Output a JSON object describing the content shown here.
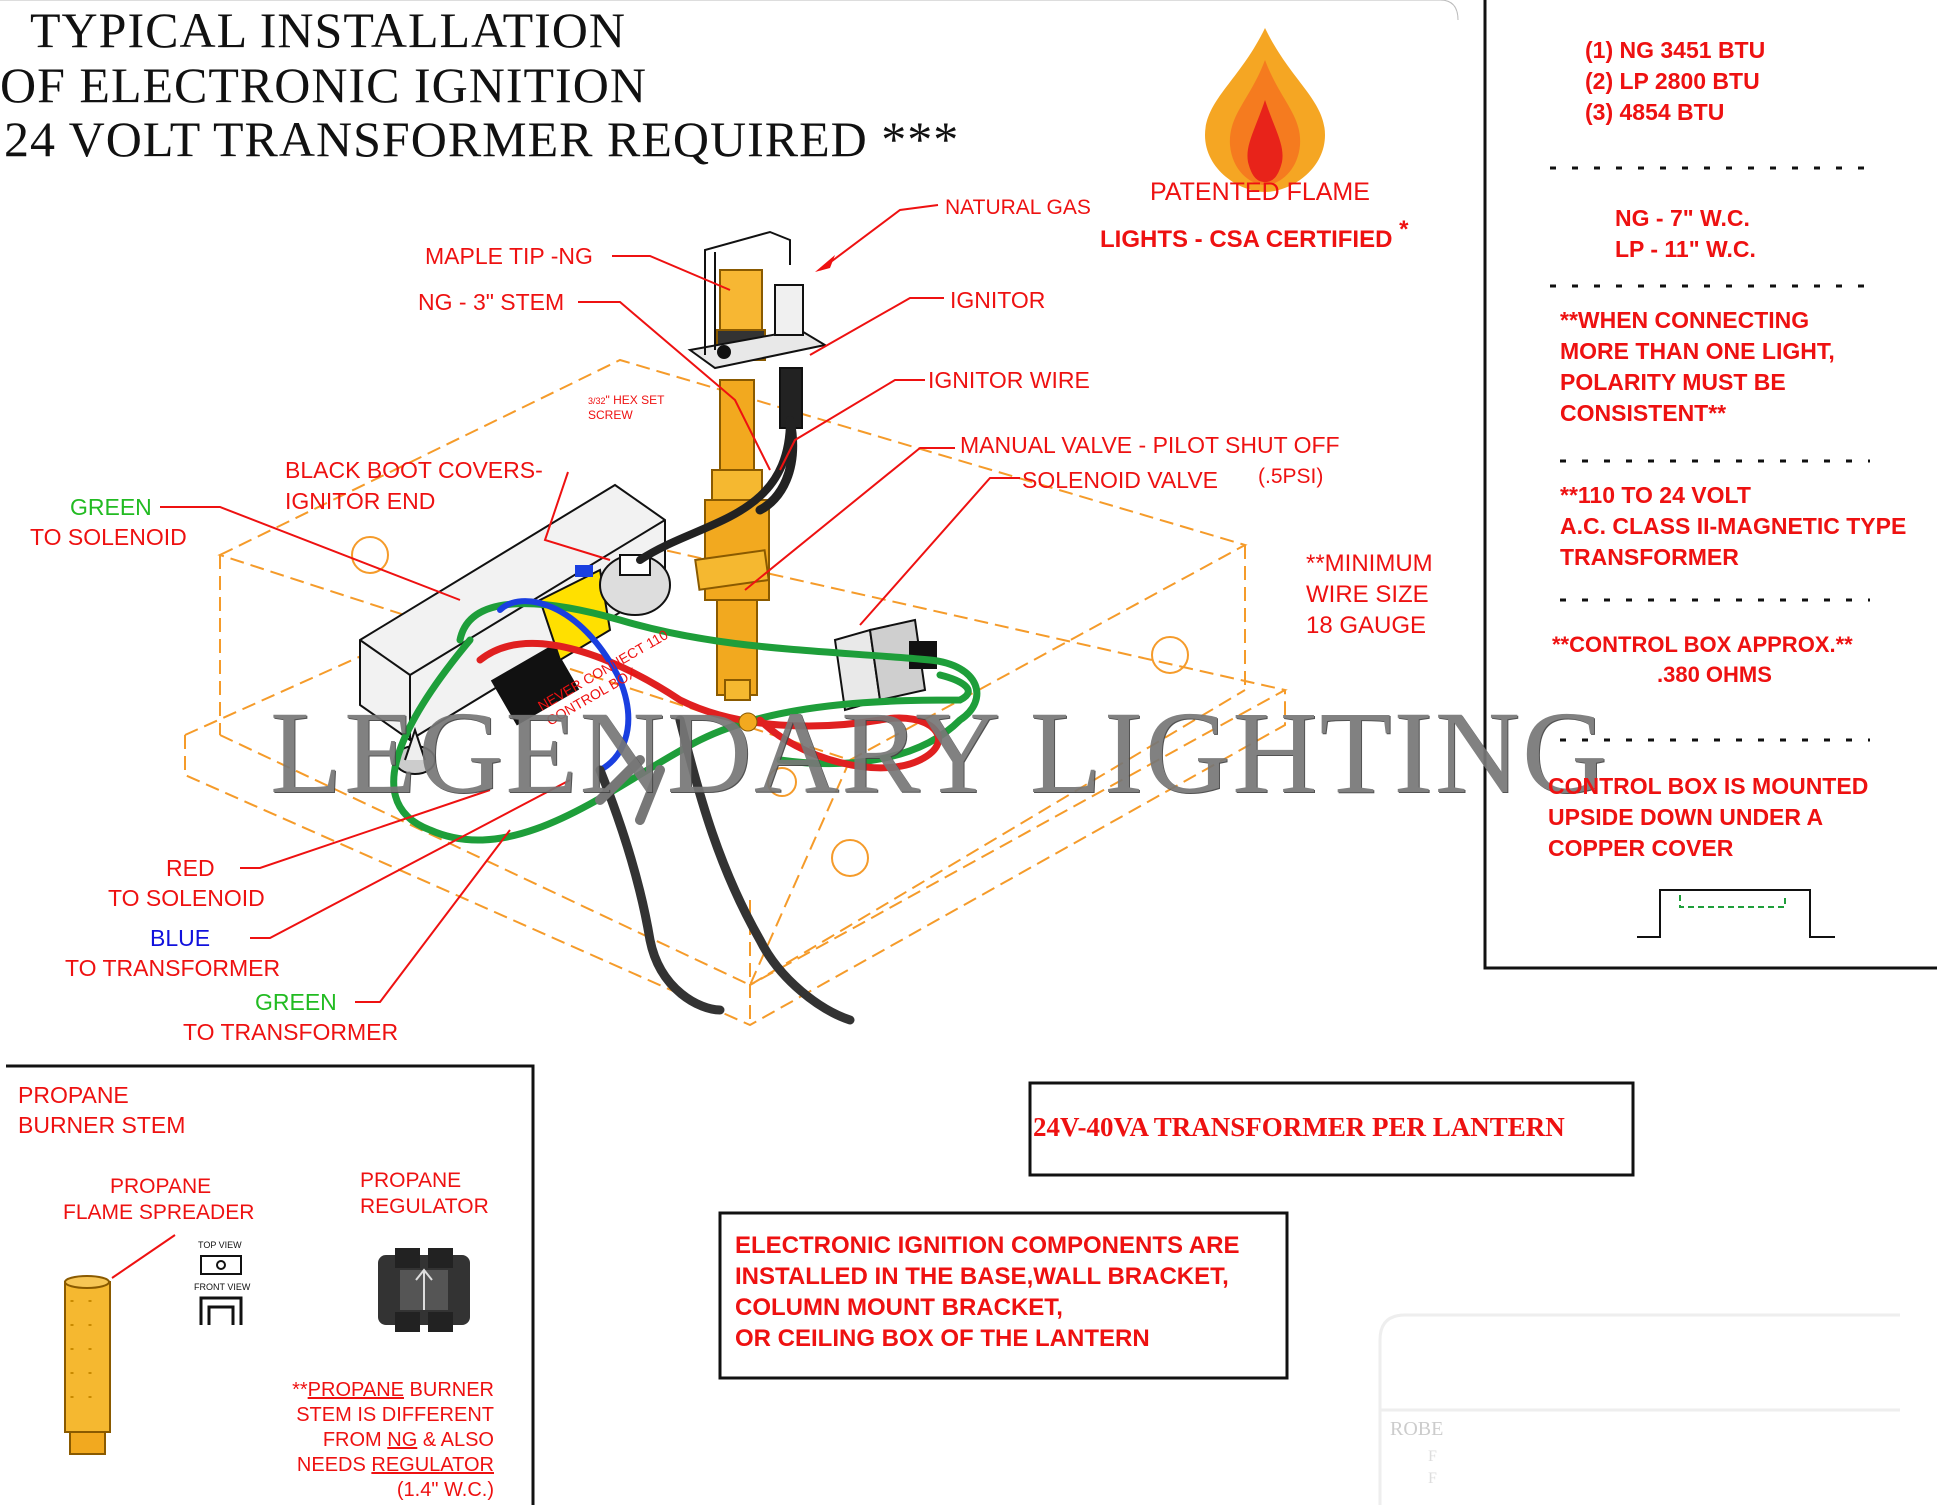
{
  "title": {
    "line1": "TYPICAL INSTALLATION",
    "line2": "OF ELECTRONIC IGNITION",
    "line3": "24 VOLT TRANSFORMER REQUIRED ***"
  },
  "flame_logo": {
    "caption": "PATENTED FLAME",
    "certification": "LIGHTS - CSA CERTIFIED",
    "asterisk": "*",
    "colors": {
      "outer": "#f5a623",
      "middle": "#f57b1f",
      "inner": "#e8231a"
    }
  },
  "callouts": {
    "natural_gas": "NATURAL GAS",
    "maple_tip": "MAPLE TIP -NG",
    "ng_stem": "NG - 3\" STEM",
    "ignitor": "IGNITOR",
    "hex_set_screw_line1": "\" HEX SET",
    "hex_set_screw_fraction": "3/32",
    "hex_set_screw_line2": "SCREW",
    "ignitor_wire": "IGNITOR WIRE",
    "manual_valve": "MANUAL VALVE - PILOT SHUT OFF",
    "solenoid_valve": "SOLENOID VALVE",
    "pressure": "(.5PSI)",
    "black_boot_line1": "BLACK BOOT COVERS-",
    "black_boot_line2": "IGNITOR END",
    "green_solenoid_line1": "GREEN",
    "green_solenoid_line2": "TO SOLENOID",
    "min_wire_line1": "**MINIMUM",
    "min_wire_line2": "WIRE SIZE",
    "min_wire_line3": "18 GAUGE",
    "never_connect_line1": "NEVER CONNECT 110",
    "never_connect_line2": "CONTROL BOX",
    "red_solenoid_line1": "RED",
    "red_solenoid_line2": "TO SOLENOID",
    "blue_transformer_line1": "BLUE",
    "blue_transformer_line2": "TO TRANSFORMER",
    "green_transformer_line1": "GREEN",
    "green_transformer_line2": "TO TRANSFORMER"
  },
  "watermark": "LEGENDARY LIGHTING",
  "specs_panel": {
    "btu": [
      "(1) NG 3451 BTU",
      "(2) LP 2800 BTU",
      "(3) 4854 BTU"
    ],
    "wc": [
      "NG - 7\" W.C.",
      "LP -  11\" W.C."
    ],
    "polarity": [
      "**WHEN CONNECTING",
      "MORE THAN ONE LIGHT,",
      "POLARITY MUST BE",
      "CONSISTENT**"
    ],
    "transformer": [
      "**110 TO 24 VOLT",
      "A.C. CLASS II-MAGNETIC TYPE",
      "TRANSFORMER"
    ],
    "ohms": [
      "**CONTROL BOX APPROX.**",
      ".380 OHMS"
    ],
    "mounting": [
      "CONTROL BOX IS MOUNTED",
      "UPSIDE DOWN UNDER A",
      "COPPER COVER"
    ]
  },
  "propane_panel": {
    "header_line1": "PROPANE",
    "header_line2": "BURNER STEM",
    "spreader_line1": "PROPANE",
    "spreader_line2": "FLAME SPREADER",
    "regulator_line1": "PROPANE",
    "regulator_line2": "REGULATOR",
    "top_view": "TOP VIEW",
    "front_view": "FRONT VIEW",
    "note_prefix": "**",
    "note_propane": "PROPANE",
    "note_line1_rest": " BURNER",
    "note_line2": "STEM IS DIFFERENT",
    "note_line3_pre": "FROM ",
    "note_ng": "NG",
    "note_line3_post": " & ALSO",
    "note_line4_pre": "NEEDS ",
    "note_regulator": "REGULATOR",
    "note_line5": "(1.4\" W.C.)"
  },
  "transformer_box": "24V-40VA TRANSFORMER PER LANTERN",
  "components_note": [
    "ELECTRONIC IGNITION COMPONENTS ARE",
    "INSTALLED IN THE BASE,WALL BRACKET,",
    "COLUMN MOUNT BRACKET,",
    "OR CEILING BOX OF THE LANTERN"
  ],
  "faded_logo": {
    "line1": "ROBE",
    "line2": "F",
    "line3": "F"
  }
}
